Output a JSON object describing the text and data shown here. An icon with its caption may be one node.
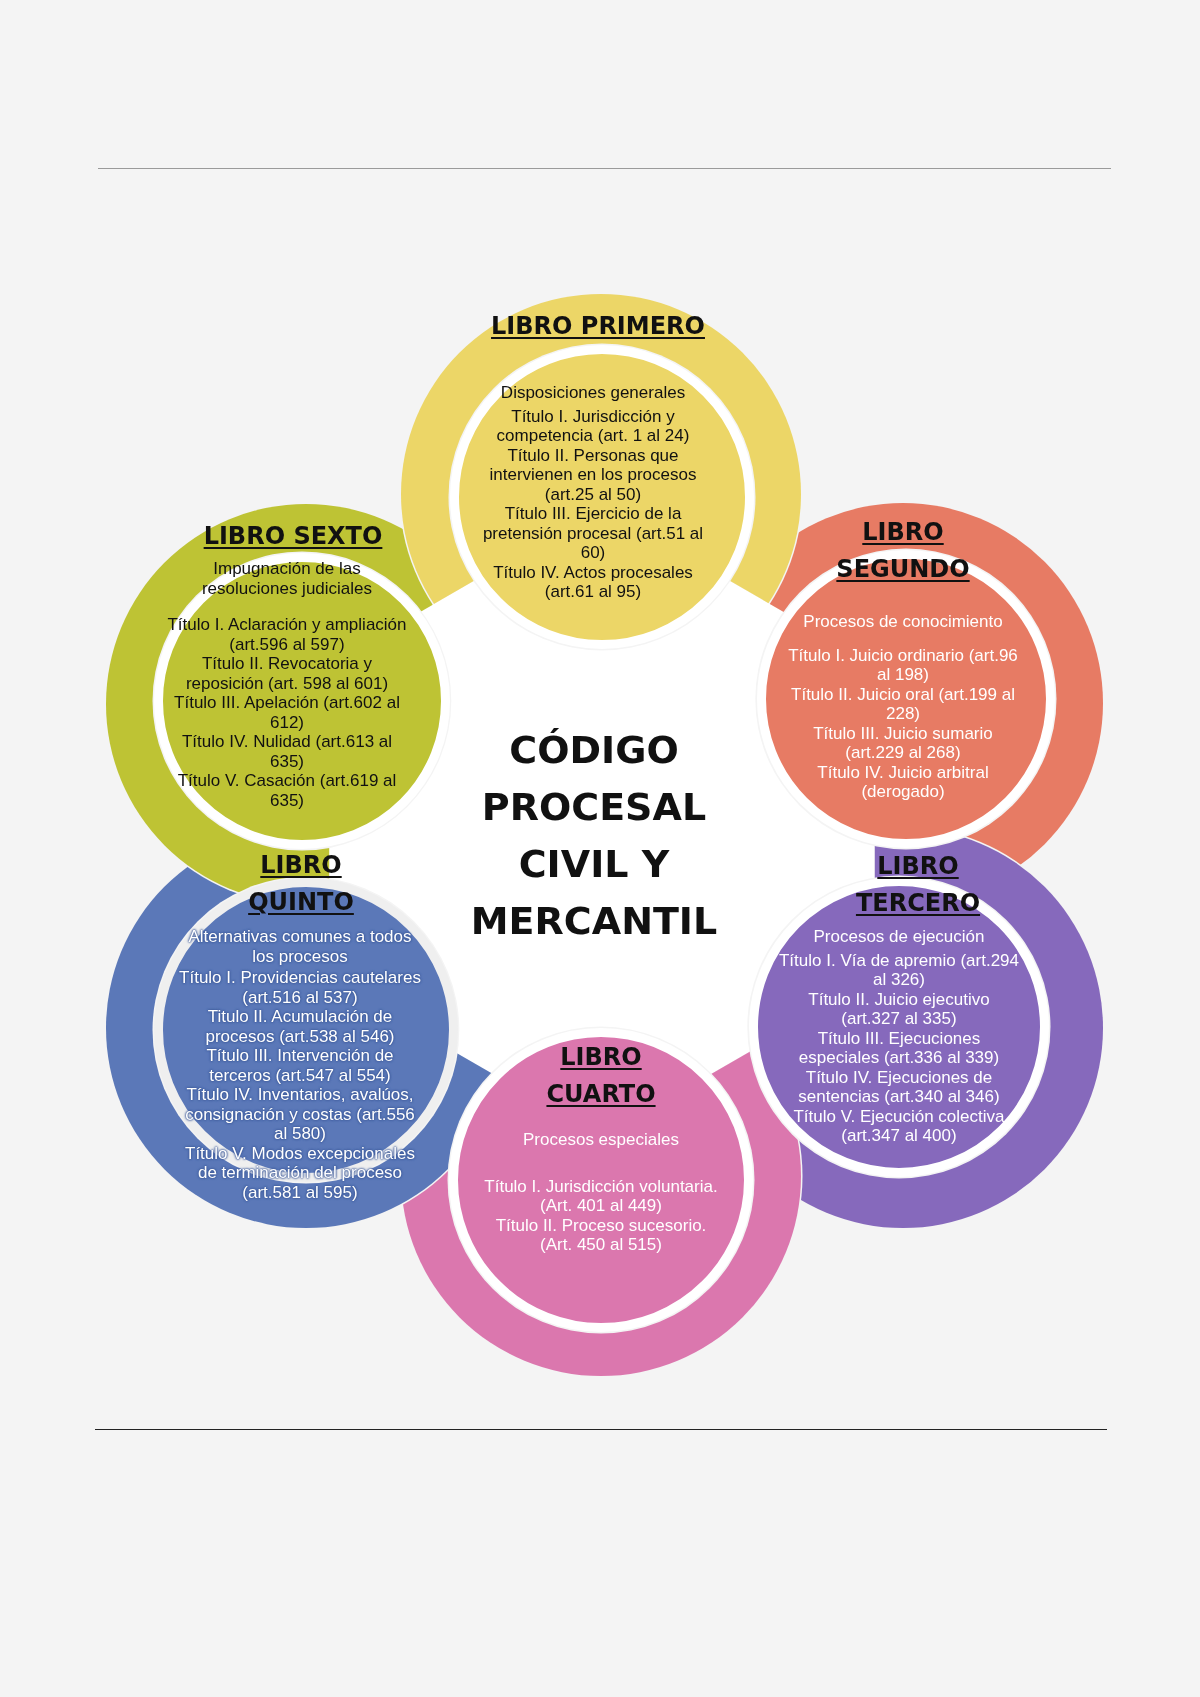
{
  "diagram": {
    "title": "CÓDIGO PROCESAL CIVIL Y MERCANTIL",
    "nodes": [
      {
        "text": [],
        "shape": "circle"
      },
      {
        "text": [
          "LIBRO PRIMERO",
          "Disposiciones generales",
          "Título I. Jurisdicción y competencia (art. 1 al 24)",
          "Título II. Personas que intervienen en los procesos (art.25 al 50)",
          "Título III. Ejercicio de la pretensión procesal (art.51 al 60)",
          "Título IV. Actos procesales (art.61 al 95)"
        ],
        "in": 0
      },
      {
        "text": [],
        "shape": "circle"
      },
      {
        "text": [
          "LIBRO SEGUNDO",
          "Procesos de conocimiento",
          "Título I. Juicio ordinario (art.96 al 198)",
          "Título II. Juicio oral (art.199 al 228)",
          "Título III. Juicio sumario (art.229 al 268)",
          "Título IV. Juicio arbitral (derogado)"
        ],
        "in": 2
      },
      {
        "text": [],
        "shape": "circle"
      },
      {
        "text": [
          "LIBRO TERCERO",
          "Procesos de ejecución",
          "Título I. Vía de apremio (art.294 al 326)",
          "Título II. Juicio ejecutivo (art.327 al 335)",
          "Título III. Ejecuciones especiales (art.336 al 339)",
          "Título IV. Ejecuciones de sentencias (art.340 al 346)",
          "Título V. Ejecución colectiva (art.347 al 400)"
        ],
        "in": 4
      },
      {
        "text": [],
        "shape": "circle"
      },
      {
        "text": [
          "LIBRO CUARTO",
          "Procesos especiales",
          "Título I. Jurisdicción voluntaria. (Art. 401 al 449)",
          "Título II. Proceso sucesorio. (Art. 450 al 515)"
        ],
        "in": 6
      },
      {
        "text": [],
        "shape": "circle"
      },
      {
        "text": [
          "LIBRO QUINTO",
          "Alternativas comunes a todos los procesos",
          "Título I. Providencias cautelares (art.516 al 537)",
          "Titulo II. Acumulación de procesos (art.538 al 546)",
          "Título III. Intervención de terceros (art.547 al 554)",
          "Título IV. Inventarios, avalúos, consignación y costas (art.556 al 580)",
          "Título V. Modos excepcionales de terminación del proceso (art.581 al 595)"
        ],
        "in": 8
      },
      {
        "text": [],
        "shape": "circle"
      },
      {
        "text": [
          "LIBRO SEXTO",
          "Impugnación de las resoluciones judiciales",
          "Título I. Aclaración y ampliación (art.596 al 597)",
          "Título II. Revocatoria y reposición (art. 598 al 601)",
          "Título III. Apelación (art.602 al 612)",
          "Título IV. Nulidad (art.613 al 635)",
          "Título V. Casación (art.619 al 635)"
        ],
        "in": 10
      }
    ]
  }
}
